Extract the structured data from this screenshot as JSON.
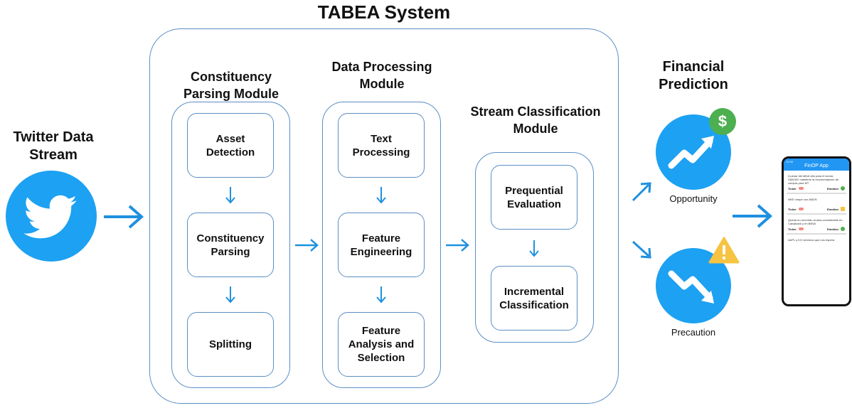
{
  "system_title": "TABEA System",
  "twitter": {
    "title_line1": "Twitter Data",
    "title_line2": "Stream",
    "icon": "twitter-bird-icon"
  },
  "modules": {
    "parsing": {
      "title_line1": "Constituency",
      "title_line2": "Parsing Module",
      "steps": [
        [
          "Asset",
          "Detection"
        ],
        [
          "Constituency",
          "Parsing"
        ],
        [
          "Splitting"
        ]
      ]
    },
    "processing": {
      "title_line1": "Data Processing",
      "title_line2": "Module",
      "steps": [
        [
          "Text",
          "Processing"
        ],
        [
          "Feature",
          "Engineering"
        ],
        [
          "Feature",
          "Analysis and",
          "Selection"
        ]
      ]
    },
    "classification": {
      "title_line1": "Stream Classification",
      "title_line2": "Module",
      "steps": [
        [
          "Prequential",
          "Evaluation"
        ],
        [
          "Incremental",
          "Classification"
        ]
      ]
    }
  },
  "prediction": {
    "title_line1": "Financial",
    "title_line2": "Prediction",
    "opportunity_label": "Opportunity",
    "precaution_label": "Precaution"
  },
  "phone": {
    "app_title": "FinOP App",
    "status_time": "12:30",
    "cards": [
      {
        "text": "A pesar del difícil año para el sector, SAB.MC mantiene la recomendación de compra para MT",
        "ticker": "Ticker",
        "emotion": "Emotion",
        "badge": "dollar"
      },
      {
        "text": "NKE rompe con AMZN",
        "ticker": "Ticker",
        "emotion": "Emotion",
        "badge": "warning"
      },
      {
        "text": "Queda un recorrido al alza considerable en Caixabank y en BBVA",
        "ticker": "Ticker",
        "emotion": "Emotion",
        "badge": "dollar"
      },
      {
        "text": "AAPL y KO veremos que nos espera",
        "ticker": "",
        "emotion": "",
        "badge": ""
      }
    ]
  },
  "colors": {
    "accent_blue": "#1da1f2",
    "arrow_blue": "#1e90e0",
    "border_blue": "#5b8fc4",
    "dollar_green": "#4caf50",
    "warning_yellow": "#f6c342"
  }
}
